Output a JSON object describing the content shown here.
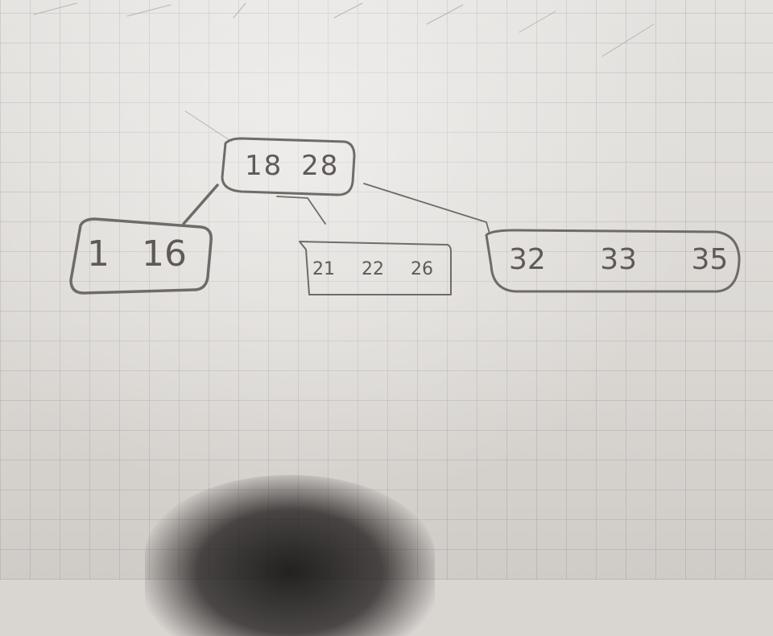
{
  "diagram": {
    "type": "b-tree",
    "root": {
      "keys": [
        "18",
        "28"
      ]
    },
    "children": [
      {
        "keys": [
          "1",
          "16"
        ]
      },
      {
        "keys": [
          "21",
          "22",
          "26"
        ]
      },
      {
        "keys": [
          "32",
          "33",
          "35"
        ]
      }
    ]
  },
  "colors": {
    "paper": "#dcd9d5",
    "grid": "#8c8a90",
    "pencil": "#6f6b68"
  }
}
